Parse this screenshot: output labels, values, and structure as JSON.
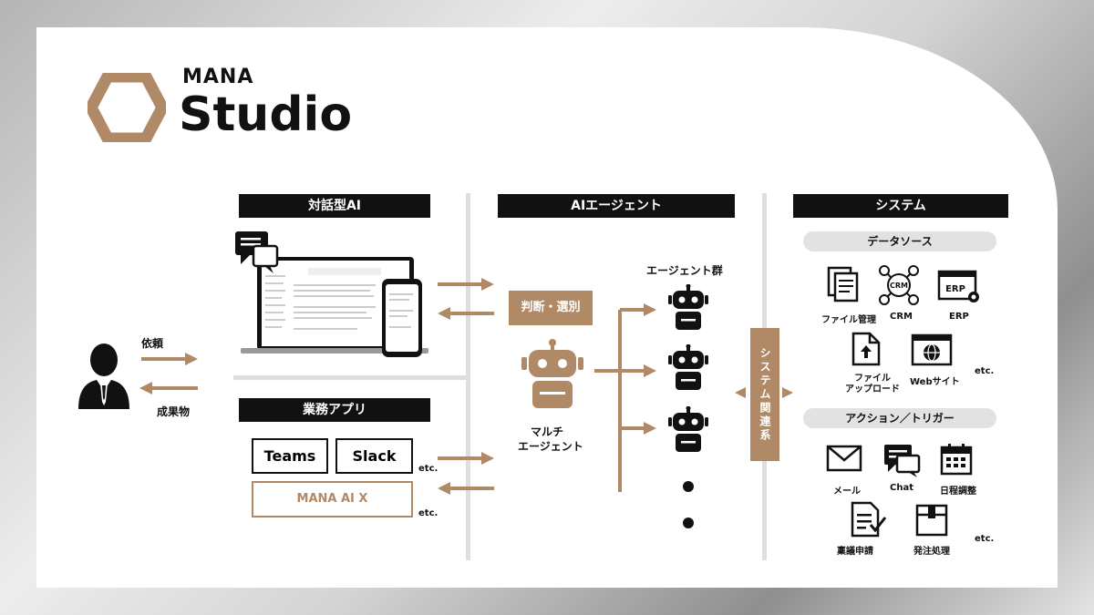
{
  "logo": {
    "line1": "MANA",
    "line2": "Studio"
  },
  "colors": {
    "accent": "#b08a67",
    "dark": "#111111"
  },
  "sections": {
    "chat_ai": "対話型AI",
    "agents": "AIエージェント",
    "system": "システム",
    "apps": "業務アプリ"
  },
  "user": {
    "request": "依頼",
    "result": "成果物"
  },
  "apps": {
    "teams": "Teams",
    "slack": "Slack",
    "mana_ai_x": "MANA AI X",
    "etc1": "etc.",
    "etc2": "etc."
  },
  "agents": {
    "judge": "判断・選別",
    "group": "エージェント群",
    "multi_line1": "マルチ",
    "multi_line2": "エージェント"
  },
  "system_related": "システム関連系",
  "data_source": {
    "title": "データソース",
    "items": [
      "ファイル管理",
      "CRM",
      "ERP",
      "ファイル\nアップロード",
      "Webサイト"
    ],
    "icon_text_crm": "CRM",
    "icon_text_erp": "ERP",
    "etc": "etc."
  },
  "actions": {
    "title": "アクション／トリガー",
    "items": [
      "メール",
      "Chat",
      "日程調整",
      "稟議申請",
      "発注処理"
    ],
    "etc": "etc."
  }
}
